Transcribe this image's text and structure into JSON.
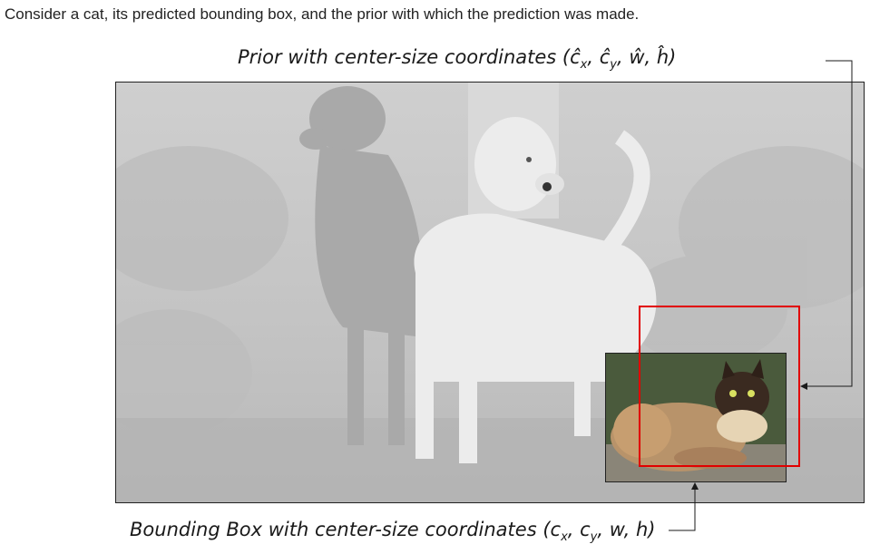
{
  "intro_text": "Consider a cat, its predicted bounding box, and the prior with which the prediction was made.",
  "prior_caption": "Prior with center-size coordinates (ĉx, ĉy, ŵ, ĥ)",
  "prior_caption_parts": {
    "lead": "Prior with center-size coordinates (",
    "cx_hat": "ĉ",
    "cx_sub": "x",
    "sep1": ", ",
    "cy_hat": "ĉ",
    "cy_sub": "y",
    "sep2": ", ",
    "w_hat": "ŵ",
    "sep3": ", ",
    "h_hat": "ĥ",
    "tail": ")"
  },
  "bbox_caption": "Bounding Box with center-size coordinates (cx, cy, w, h)",
  "bbox_caption_parts": {
    "lead": "Bounding Box with center-size coordinates (",
    "cx": "c",
    "cx_sub": "x",
    "sep1": ", ",
    "cy": "c",
    "cy_sub": "y",
    "sep2": ", ",
    "w": "w",
    "sep3": ", ",
    "h": "h",
    "tail": ")"
  },
  "colors": {
    "prior_box": "#e10000",
    "connector": "#1a1a1a",
    "background_photo": "#d4d4d4"
  }
}
